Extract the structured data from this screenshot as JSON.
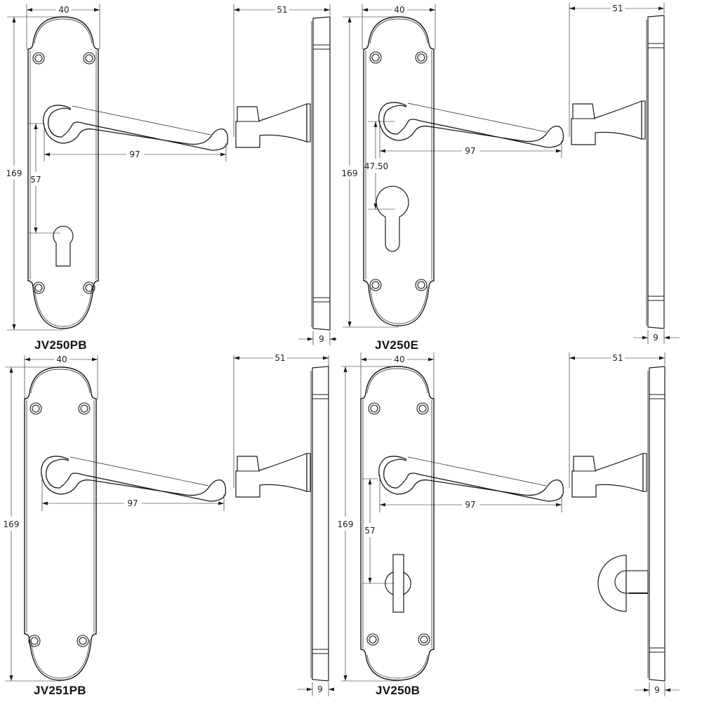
{
  "diagram": {
    "type": "technical-drawing",
    "subject": "lever door handle on backplate - dimensioned front and side views",
    "units_note": "dimensions in mm (not stated on image)",
    "stroke_color": "#1a1a1a",
    "background": "#ffffff"
  },
  "variants": [
    {
      "code": "JV250PB",
      "position": "top-left",
      "backplate_type": "lock (keyhole)",
      "dims": {
        "plate_width": "40",
        "plate_height": "169",
        "lever_length": "97",
        "centres": "57",
        "projection": "51",
        "plate_thickness": "9"
      }
    },
    {
      "code": "JV250E",
      "position": "top-right",
      "backplate_type": "euro profile cylinder",
      "dims": {
        "plate_width": "40",
        "plate_height": "169",
        "lever_length": "97",
        "centres": "47.50",
        "projection": "51",
        "plate_thickness": "9"
      }
    },
    {
      "code": "JV251PB",
      "position": "bottom-left",
      "backplate_type": "latch (plain)",
      "dims": {
        "plate_width": "40",
        "plate_height": "169",
        "lever_length": "97",
        "projection": "51",
        "plate_thickness": "9"
      }
    },
    {
      "code": "JV250B",
      "position": "bottom-right",
      "backplate_type": "bathroom (thumbturn)",
      "dims": {
        "plate_width": "40",
        "plate_height": "169",
        "lever_length": "97",
        "centres": "57",
        "projection": "51",
        "plate_thickness": "9"
      }
    }
  ]
}
